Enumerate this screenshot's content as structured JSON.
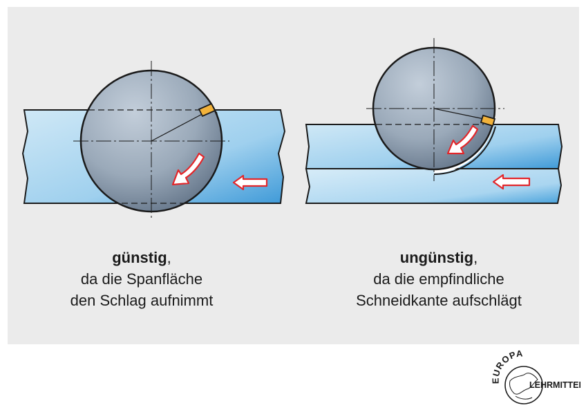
{
  "left_case": {
    "heading": "günstig",
    "heading_suffix": ",",
    "line1": "da die Spanfläche",
    "line2": "den Schlag aufnimmt"
  },
  "right_case": {
    "heading": "ungünstig",
    "heading_suffix": ",",
    "line1": "da die empfindliche",
    "line2": "Schneidkante aufschlägt"
  },
  "logo": {
    "top_text": "EUROPA",
    "side_text": "LEHRMITTEL"
  },
  "colors": {
    "panel_background": "#ebebeb",
    "workpiece_light": "#c5e2f3",
    "workpiece_dark": "#4aa3dc",
    "cutter_light": "#b7c4d3",
    "cutter_dark": "#6e7f92",
    "insert": "#f2b23a",
    "arrow": "#e3262a"
  }
}
